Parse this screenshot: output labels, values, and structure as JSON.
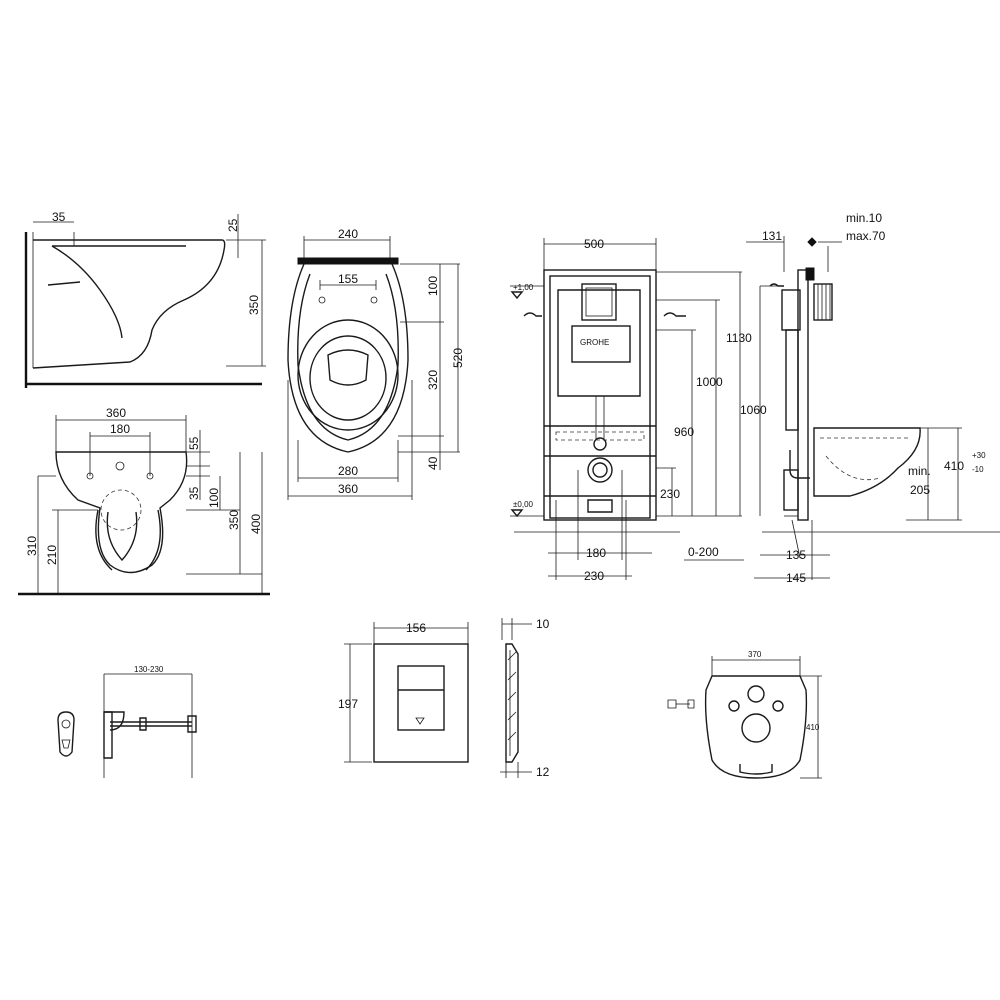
{
  "bowl_side": {
    "d35": "35",
    "d25": "25",
    "d350": "350"
  },
  "bowl_top": {
    "d240": "240",
    "d155": "155",
    "d100": "100",
    "d320": "320",
    "d520": "520",
    "d40": "40",
    "d280": "280",
    "d360": "360"
  },
  "bowl_front": {
    "d360": "360",
    "d180": "180",
    "d55": "55",
    "d35": "35",
    "d100": "100",
    "d350": "350",
    "d400": "400",
    "d310": "310",
    "d210": "210"
  },
  "frame_front": {
    "d500": "500",
    "lvl_top": "+1,00",
    "lvl_zero": "±0,00",
    "d1130": "1130",
    "d1000": "1000",
    "d960": "960",
    "d230v": "230",
    "d180": "180",
    "d230h": "230",
    "d0_200": "0-200",
    "brand": "GROHE"
  },
  "frame_side": {
    "d131": "131",
    "min10": "min.10",
    "max70": "max.70",
    "d1060": "1060",
    "d410": "410",
    "tol_plus": "+30",
    "tol_minus": "-10",
    "min205_a": "min.",
    "min205_b": "205",
    "d135": "135",
    "d145": "145"
  },
  "bolt": {
    "d130_230": "130-230"
  },
  "plate": {
    "d156": "156",
    "d197": "197",
    "d10": "10",
    "d12": "12"
  },
  "pad": {
    "d370": "370",
    "d410": "410"
  },
  "icons": [
    "wall-hatch",
    "water-inlet-arrow",
    "level-marker",
    "flush-button",
    "mounting-bolt",
    "sound-insulation-pad"
  ]
}
